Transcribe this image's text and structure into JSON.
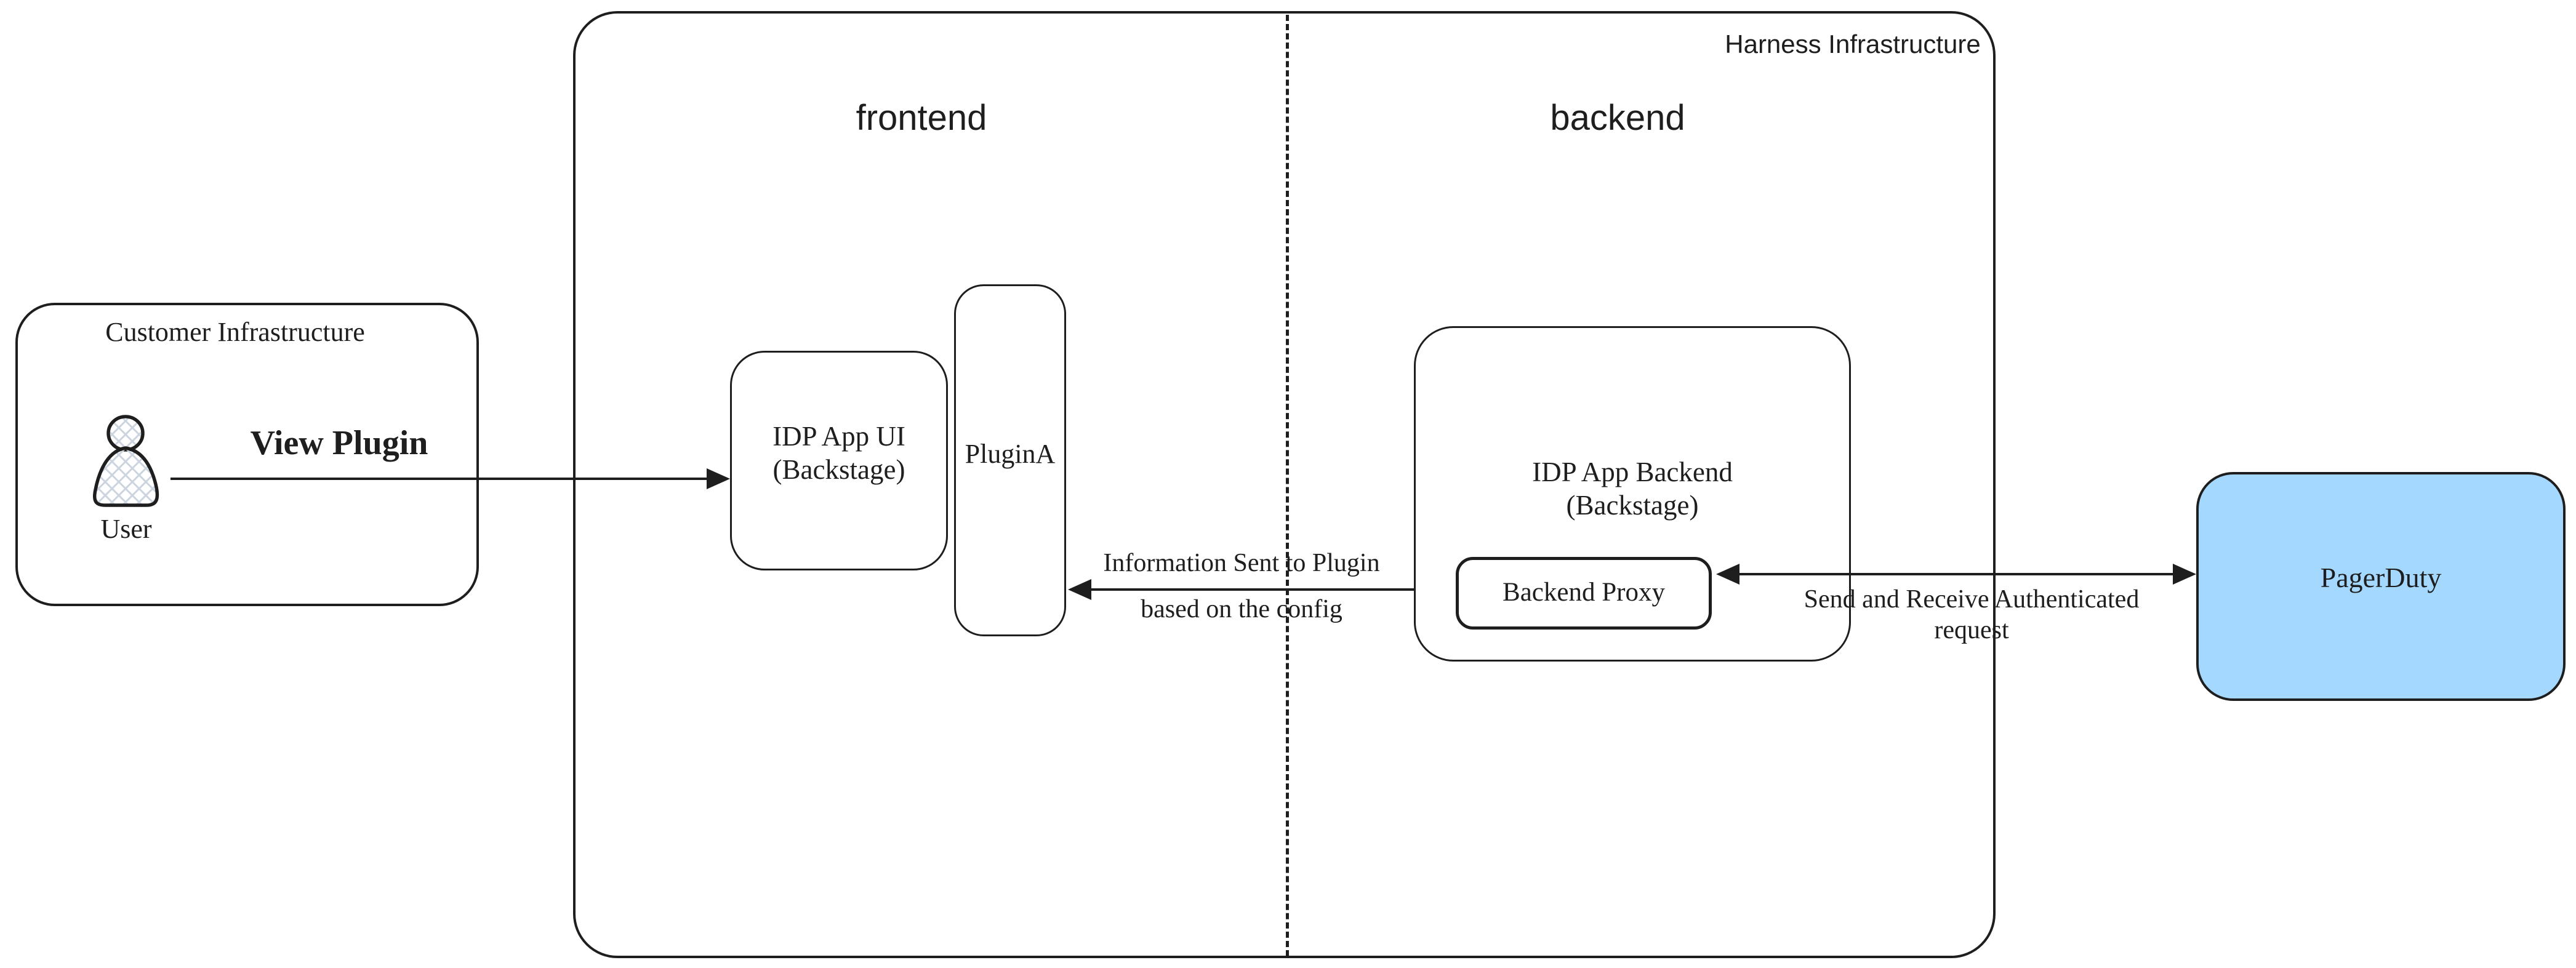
{
  "colors": {
    "stroke": "#1e1e1e",
    "pagerduty_fill": "#a5d8ff",
    "user_hatch": "#ccd4df",
    "background": "#ffffff"
  },
  "harness": {
    "title": "Harness Infrastructure",
    "frontend_label": "frontend",
    "backend_label": "backend"
  },
  "customer": {
    "title": "Customer Infrastructure",
    "user_label": "User"
  },
  "nodes": {
    "idp_app_ui": {
      "line1": "IDP App UI",
      "line2": "(Backstage)"
    },
    "plugin_a": {
      "label": "PluginA"
    },
    "idp_app_backend": {
      "line1": "IDP App Backend",
      "line2": "(Backstage)"
    },
    "backend_proxy": {
      "label": "Backend Proxy"
    },
    "pagerduty": {
      "label": "PagerDuty"
    }
  },
  "edges": {
    "view_plugin": {
      "label": "View Plugin"
    },
    "info_sent": {
      "line1": "Information Sent to Plugin",
      "line2": "based on the config"
    },
    "auth_request": {
      "line1": "Send and Receive Authenticated",
      "line2": "request"
    }
  }
}
